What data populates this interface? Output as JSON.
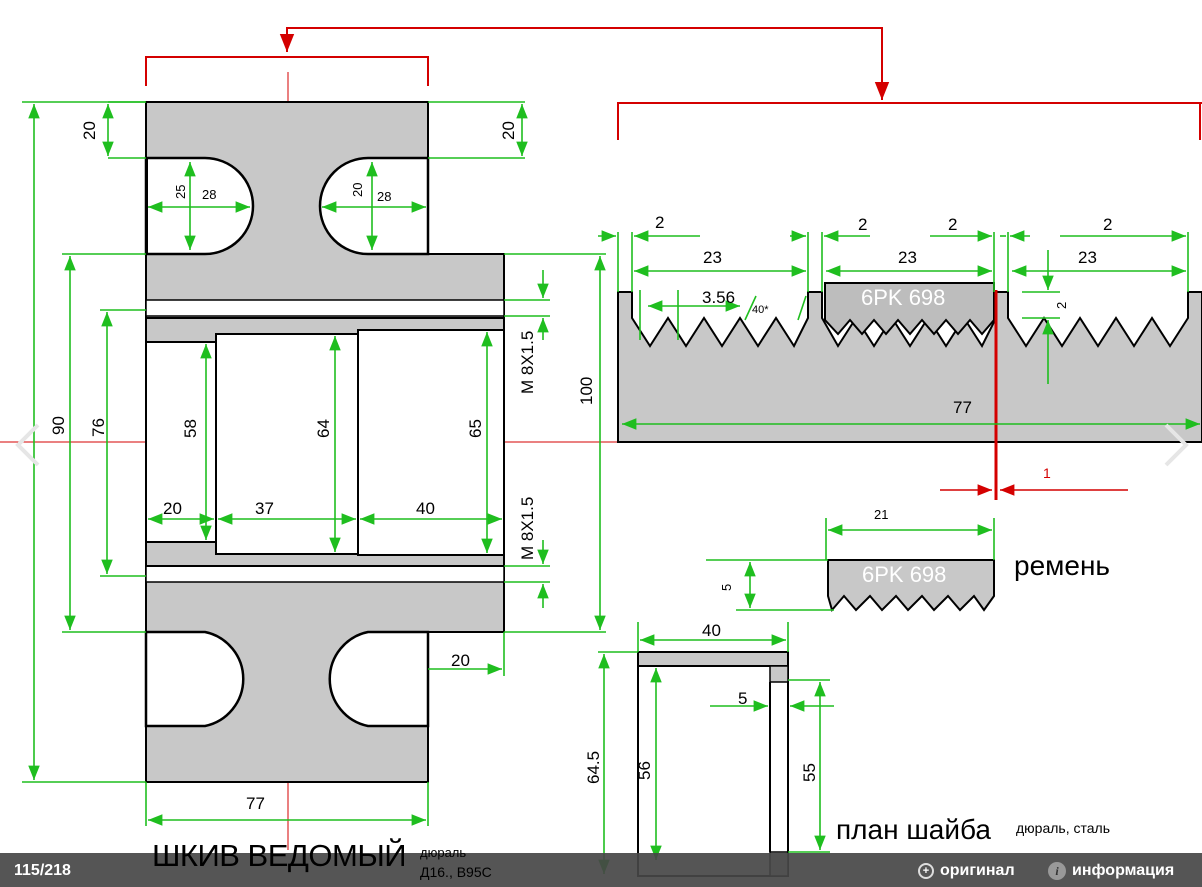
{
  "drawing": {
    "pulley": {
      "title": "ШКИВ ВЕДОМЫЙ",
      "material_line1": "дюраль",
      "material_line2": "Д16., В95С",
      "dims": {
        "top_flange": "20",
        "top_flange_right": "20",
        "slot_height": "25",
        "slot_width": "28",
        "slot_height_right": "20",
        "slot_width_right": "28",
        "overall_height": "90",
        "bore_span": "76",
        "hub_height": "100",
        "bore1": "58",
        "bore2": "64",
        "bore3": "65",
        "seg1": "20",
        "seg2": "37",
        "seg3": "40",
        "thread_top": "M 8X1.5",
        "thread_bottom": "M 8X1.5",
        "hub_step": "20",
        "overall_width": "77"
      }
    },
    "profile": {
      "dims": {
        "groove_pitch_left": "2",
        "width_left": "23",
        "groove_pitch_mid1": "2",
        "groove_pitch_mid2": "2",
        "width_mid": "23",
        "groove_pitch_right": "2",
        "width_right": "23",
        "tooth_pitch": "3.56",
        "tooth_angle": "40*",
        "groove_depth": "2",
        "total_width": "77",
        "gap": "1"
      },
      "belt_in_groove_label": "6PK 698"
    },
    "belt": {
      "label": "ремень",
      "code": "6PK 698",
      "width": "21",
      "thickness": "5"
    },
    "washer": {
      "title": "план шайба",
      "material": "дюраль, сталь",
      "dims": {
        "width": "40",
        "height": "64.5",
        "inner_height": "56",
        "step": "5",
        "right_height": "55"
      }
    }
  },
  "viewer": {
    "counter": "115/218",
    "original_label": "оригинал",
    "info_label": "информация",
    "icons": [
      "zoom-icon",
      "info-icon",
      "prev-arrow-icon",
      "next-arrow-icon"
    ]
  },
  "colors": {
    "dimension_green": "#1fbe1f",
    "reference_red": "#d40000",
    "part_gray": "#c8c8c8",
    "bar_gray": "#464646"
  }
}
